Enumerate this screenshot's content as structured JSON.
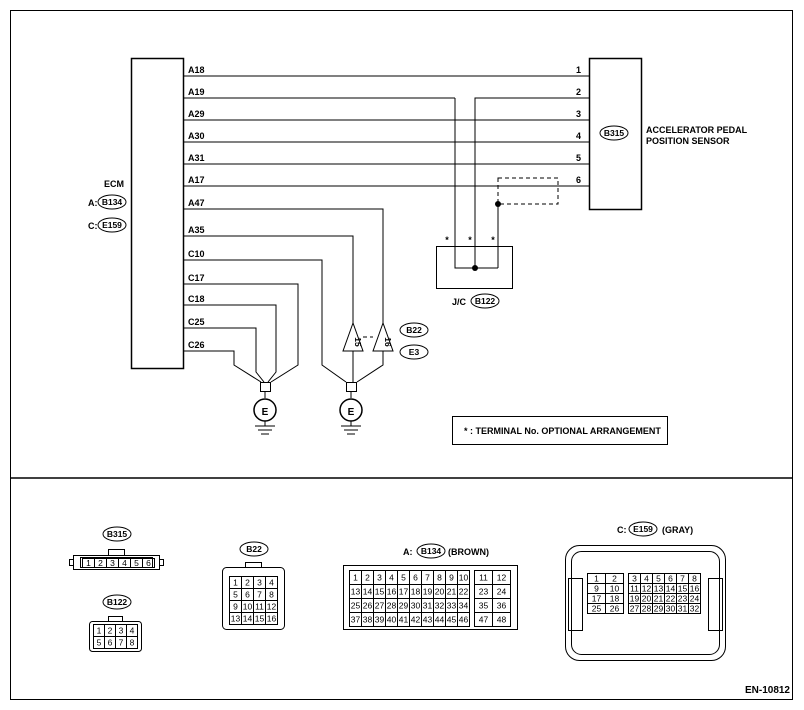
{
  "ecm": {
    "title": "ECM",
    "connA_prefix": "A:",
    "connA_id": "B134",
    "connC_prefix": "C:",
    "connC_id": "E159",
    "terminals": [
      "A18",
      "A19",
      "A29",
      "A30",
      "A31",
      "A17",
      "A47",
      "A35",
      "C10",
      "C17",
      "C18",
      "C25",
      "C26"
    ]
  },
  "sensor": {
    "id": "B315",
    "name_line1": "ACCELERATOR PEDAL",
    "name_line2": "POSITION SENSOR",
    "pins": [
      "1",
      "2",
      "3",
      "4",
      "5",
      "6"
    ]
  },
  "joint": {
    "prefix": "J/C",
    "id": "B122",
    "star": "*"
  },
  "harness": {
    "pin15": "15",
    "pin16": "16",
    "conn_a": "B22",
    "conn_b": "E3"
  },
  "ground_symbol": "E",
  "legend": "* : TERMINAL No. OPTIONAL ARRANGEMENT",
  "connectors": {
    "b315": {
      "id": "B315",
      "pins": [
        "1",
        "2",
        "3",
        "4",
        "5",
        "6"
      ]
    },
    "b122": {
      "id": "B122",
      "row1": [
        "1",
        "2",
        "3",
        "4"
      ],
      "row2": [
        "5",
        "6",
        "7",
        "8"
      ]
    },
    "b22": {
      "id": "B22",
      "rows": [
        [
          "1",
          "2",
          "3",
          "4"
        ],
        [
          "5",
          "6",
          "7",
          "8"
        ],
        [
          "9",
          "10",
          "11",
          "12"
        ],
        [
          "13",
          "14",
          "15",
          "16"
        ]
      ]
    },
    "b134": {
      "prefix": "A:",
      "id": "B134",
      "suffix": "(BROWN)",
      "left_rows": [
        [
          "1",
          "2",
          "3",
          "4",
          "5",
          "6",
          "7",
          "8",
          "9",
          "10"
        ],
        [
          "13",
          "14",
          "15",
          "16",
          "17",
          "18",
          "19",
          "20",
          "21",
          "22"
        ],
        [
          "25",
          "26",
          "27",
          "28",
          "29",
          "30",
          "31",
          "32",
          "33",
          "34"
        ],
        [
          "37",
          "38",
          "39",
          "40",
          "41",
          "42",
          "43",
          "44",
          "45",
          "46"
        ]
      ],
      "right_rows": [
        [
          "11",
          "12"
        ],
        [
          "23",
          "24"
        ],
        [
          "35",
          "36"
        ],
        [
          "47",
          "48"
        ]
      ]
    },
    "e159": {
      "prefix": "C:",
      "id": "E159",
      "suffix": "(GRAY)",
      "left_rows": [
        [
          "1",
          "2"
        ],
        [
          "9",
          "10"
        ],
        [
          "17",
          "18"
        ],
        [
          "25",
          "26"
        ]
      ],
      "right_rows": [
        [
          "3",
          "4",
          "5",
          "6",
          "7",
          "8"
        ],
        [
          "11",
          "12",
          "13",
          "14",
          "15",
          "16"
        ],
        [
          "19",
          "20",
          "21",
          "22",
          "23",
          "24"
        ],
        [
          "27",
          "28",
          "29",
          "30",
          "31",
          "32"
        ]
      ]
    }
  },
  "footer_code": "EN-10812"
}
